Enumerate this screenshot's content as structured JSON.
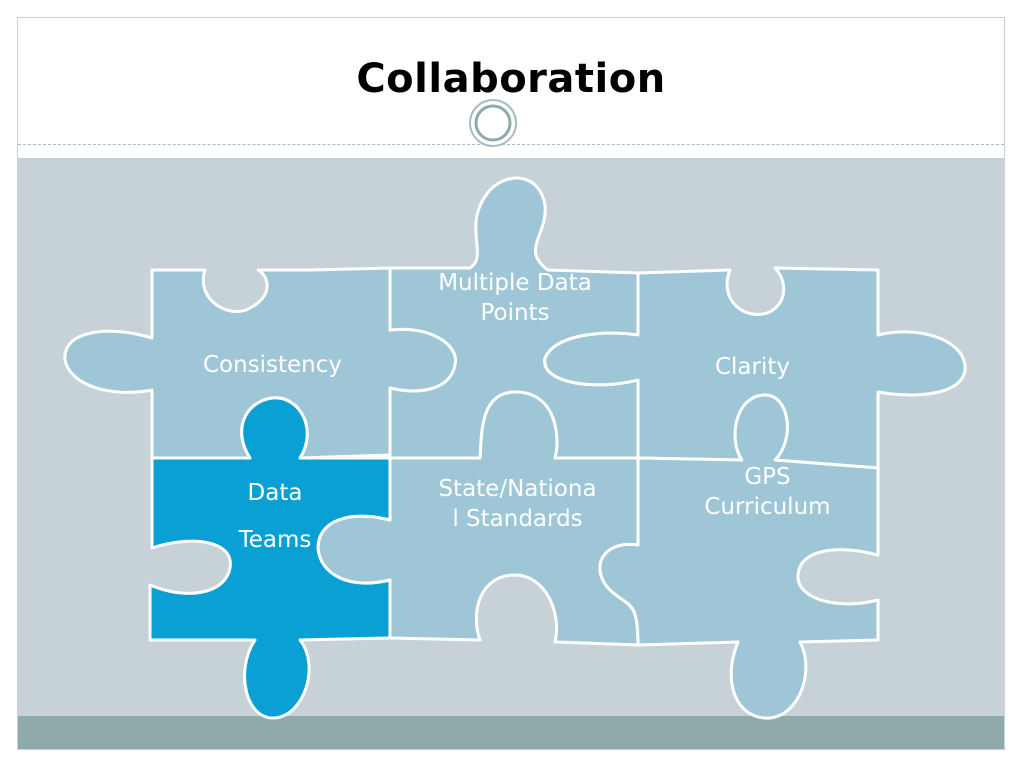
{
  "slide": {
    "title": "Collaboration"
  },
  "pieces": {
    "consistency": "Consistency",
    "multiple_data_points": [
      "Multiple Data",
      "Points"
    ],
    "clarity": "Clarity",
    "data_teams": [
      "Data",
      "Teams"
    ],
    "state_national_standards": [
      "State/Nationa",
      "l Standards"
    ],
    "gps_curriculum": [
      "GPS",
      "Curriculum"
    ]
  },
  "colors": {
    "light_piece": "#9ec6d6",
    "highlight_piece": "#0aa0d4",
    "background_band": "#c7d2d8",
    "footer_band": "#8eaaab"
  }
}
